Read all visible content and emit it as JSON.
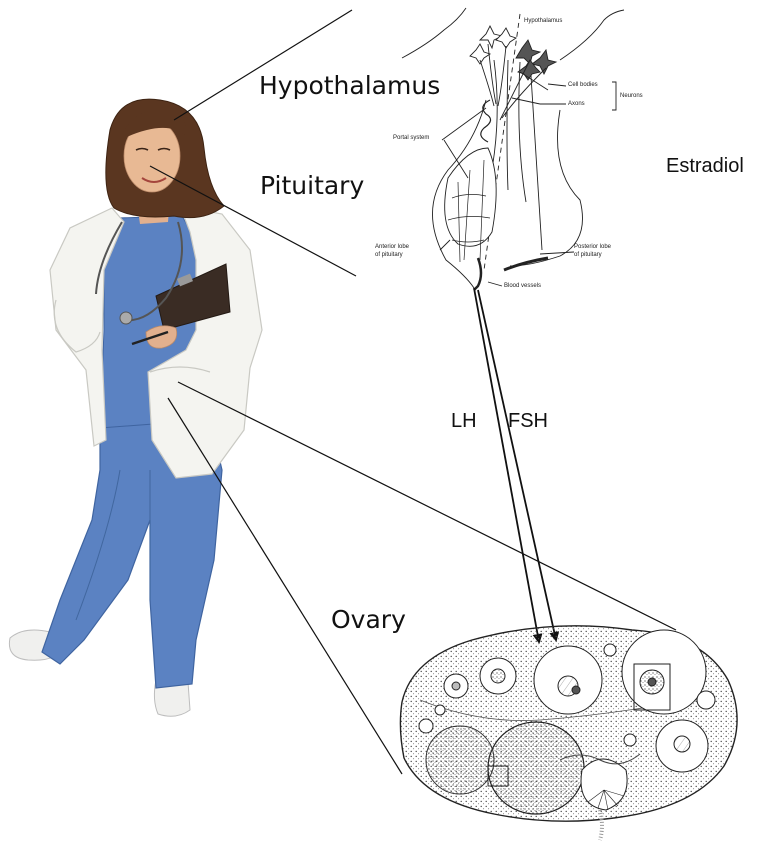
{
  "labels": {
    "hypothalamus": "Hypothalamus",
    "pituitary": "Pituitary",
    "estradiol": "Estradiol",
    "lh": "LH",
    "fsh": "FSH",
    "ovary": "Ovary"
  },
  "pituitary_figure": {
    "hypothalamus": "Hypothalamus",
    "cell_bodies": "Cell bodies",
    "neurons": "Neurons",
    "axons": "Axons",
    "portal_system": "Portal system",
    "anterior_lobe_1": "Anterior lobe",
    "anterior_lobe_2": "of pituitary",
    "posterior_lobe_1": "Posterior lobe",
    "posterior_lobe_2": "of pituitary",
    "blood_vessels": "Blood vessels"
  },
  "colors": {
    "scrubs": "#5b82c2",
    "coat": "#f4f4f0",
    "hair": "#5a3620",
    "skin": "#e2b08e",
    "clipboard": "#3a2c24",
    "line": "#111111"
  }
}
